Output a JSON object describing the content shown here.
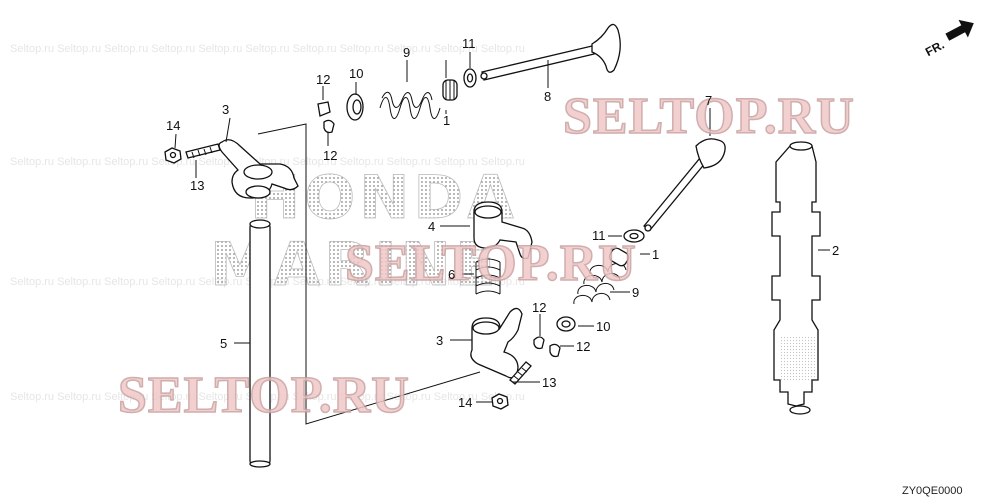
{
  "watermark": {
    "brand": "SELTOP.RU",
    "honda_line1": "HONDA",
    "honda_line2": "MARINE"
  },
  "direction_label": "FR.",
  "diagram_code": "ZY0QE0000",
  "callouts": [
    {
      "id": "c9a",
      "num": "9"
    },
    {
      "id": "c11a",
      "num": "11"
    },
    {
      "id": "c10a",
      "num": "10"
    },
    {
      "id": "c12a",
      "num": "12"
    },
    {
      "id": "c12b",
      "num": "12"
    },
    {
      "id": "c1a",
      "num": "1"
    },
    {
      "id": "c8",
      "num": "8"
    },
    {
      "id": "c3a",
      "num": "3"
    },
    {
      "id": "c14a",
      "num": "14"
    },
    {
      "id": "c13a",
      "num": "13"
    },
    {
      "id": "c7",
      "num": "7"
    },
    {
      "id": "c2",
      "num": "2"
    },
    {
      "id": "c4",
      "num": "4"
    },
    {
      "id": "c11b",
      "num": "11"
    },
    {
      "id": "c1b",
      "num": "1"
    },
    {
      "id": "c6",
      "num": "6"
    },
    {
      "id": "c9b",
      "num": "9"
    },
    {
      "id": "c12c",
      "num": "12"
    },
    {
      "id": "c10b",
      "num": "10"
    },
    {
      "id": "c3b",
      "num": "3"
    },
    {
      "id": "c12d",
      "num": "12"
    },
    {
      "id": "c5",
      "num": "5"
    },
    {
      "id": "c13b",
      "num": "13"
    },
    {
      "id": "c14b",
      "num": "14"
    }
  ]
}
